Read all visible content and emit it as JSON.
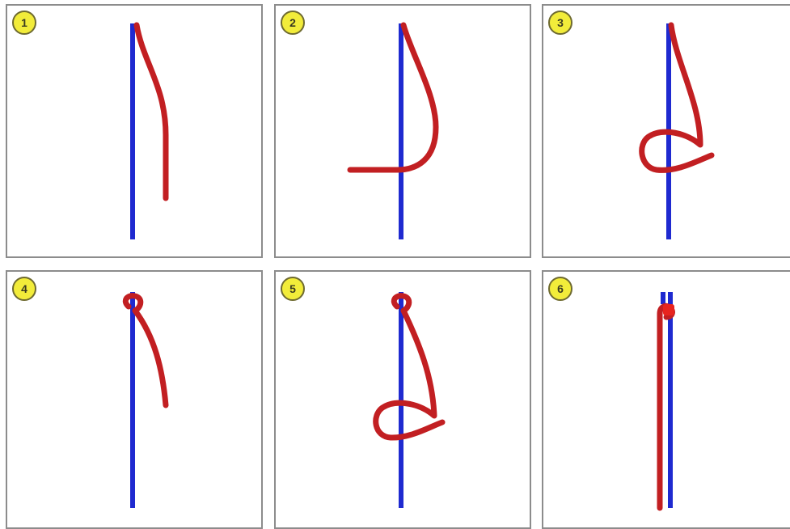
{
  "panels": [
    {
      "step": "1"
    },
    {
      "step": "2"
    },
    {
      "step": "3"
    },
    {
      "step": "4"
    },
    {
      "step": "5"
    },
    {
      "step": "6"
    }
  ],
  "colors": {
    "pole": "#1f2ad0",
    "rope": "#c21f22",
    "badge": "#f2ec3a",
    "border": "#8c8c8c"
  }
}
